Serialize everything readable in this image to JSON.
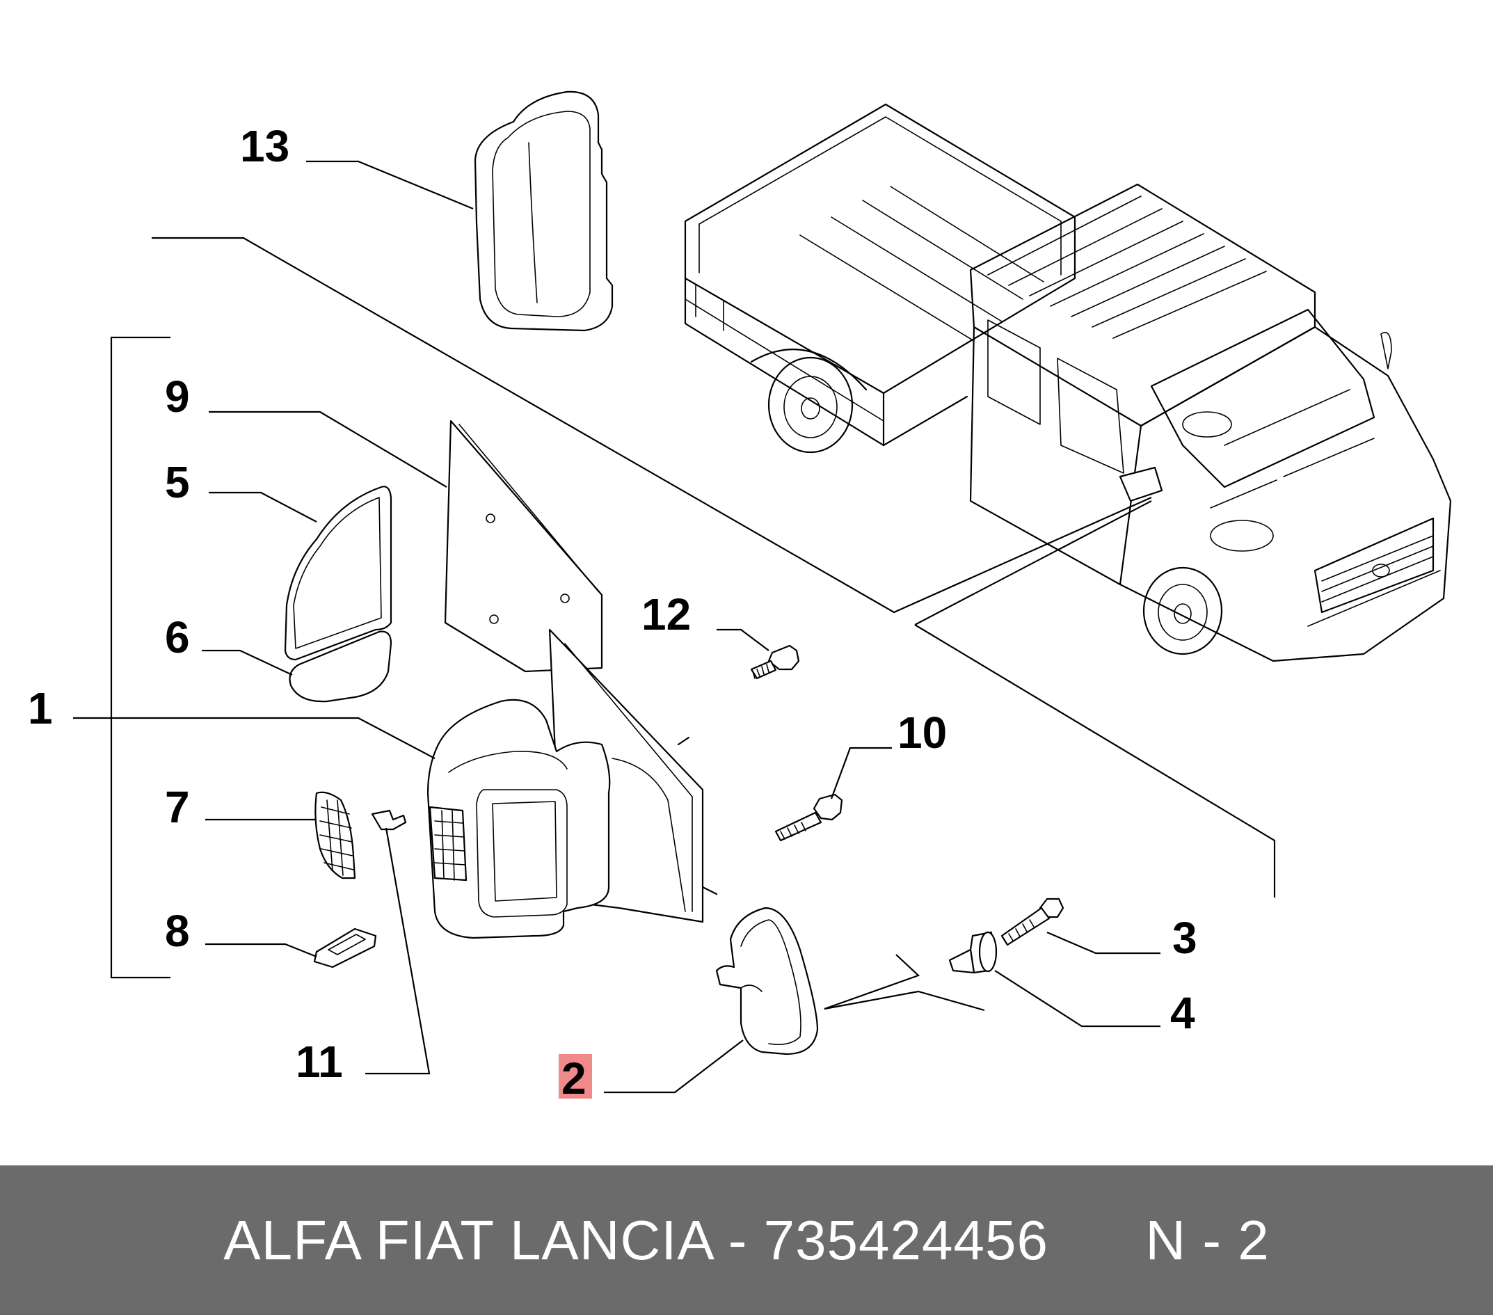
{
  "callouts": {
    "c1": "1",
    "c2": "2",
    "c3": "3",
    "c4": "4",
    "c5": "5",
    "c6": "6",
    "c7": "7",
    "c8": "8",
    "c9": "9",
    "c10": "10",
    "c11": "11",
    "c12": "12",
    "c13": "13"
  },
  "highlighted_callout": "2",
  "footer": {
    "brand_part": "ALFA FIAT LANCIA - 735424456",
    "page_ref": "N - 2"
  },
  "colors": {
    "footer_background": "#6b6b6b",
    "footer_text": "#ffffff",
    "highlight": "#f08a8a"
  }
}
